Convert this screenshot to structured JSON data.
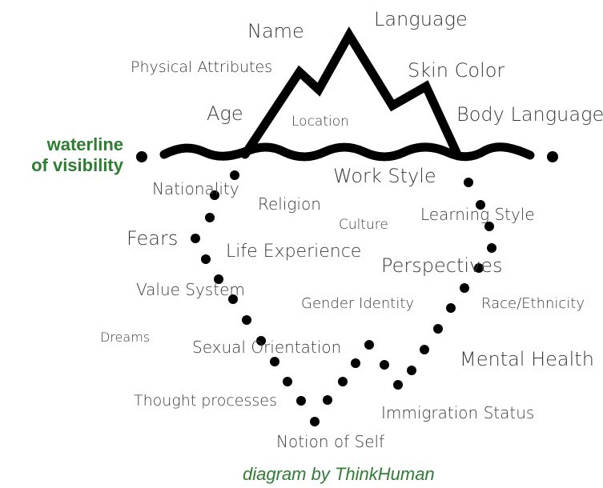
{
  "waterline_label": {
    "line1": "waterline",
    "line2": "of visibility"
  },
  "credit": "diagram by ThinkHuman",
  "above_water": {
    "name": "Name",
    "language": "Language",
    "physical_attributes": "Physical Attributes",
    "skin_color": "Skin Color",
    "age": "Age",
    "location": "Location",
    "body_language": "Body Language"
  },
  "below_water": {
    "nationality": "Nationality",
    "work_style": "Work Style",
    "religion": "Religion",
    "culture": "Culture",
    "learning_style": "Learning Style",
    "fears": "Fears",
    "life_experience": "Life Experience",
    "perspectives": "Perspectives",
    "value_system": "Value System",
    "gender_identity": "Gender Identity",
    "race_ethnicity": "Race/Ethnicity",
    "dreams": "Dreams",
    "sexual_orientation": "Sexual Orientation",
    "mental_health": "Mental Health",
    "thought_processes": "Thought processes",
    "immigration_status": "Immigration Status",
    "notion_of_self": "Notion of Self"
  },
  "colors": {
    "accent_green": "#2e7d32",
    "ink": "#000000",
    "label_text": "#3a3a3a"
  }
}
